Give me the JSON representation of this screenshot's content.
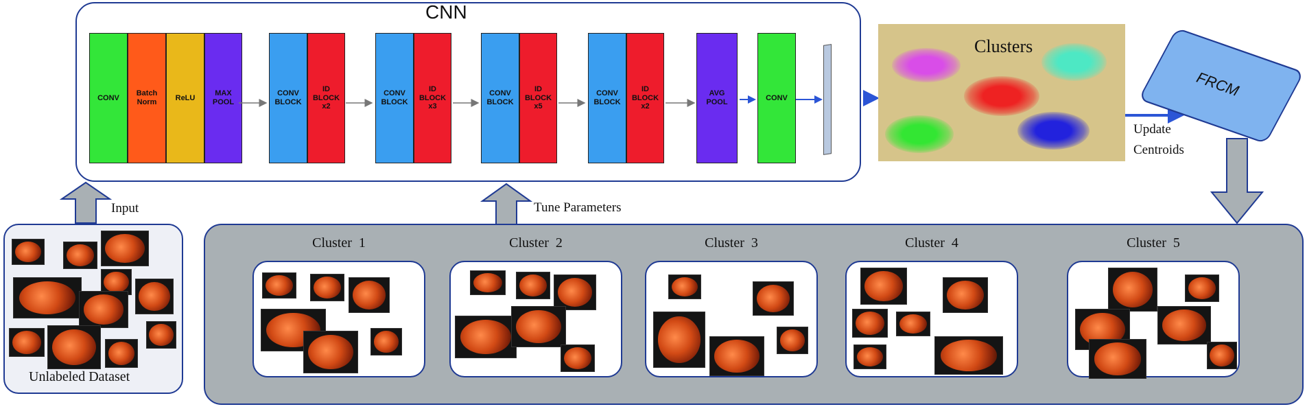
{
  "cnn": {
    "title": "CNN",
    "layers": [
      {
        "label": "CONV",
        "color": "#33e639"
      },
      {
        "label": "Batch\nNorm",
        "color": "#ff5a1a"
      },
      {
        "label": "ReLU",
        "color": "#e9b81a"
      },
      {
        "label": "MAX\nPOOL",
        "color": "#6a2cf0"
      },
      {
        "label": "CONV\nBLOCK",
        "color": "#3a9ef0"
      },
      {
        "label": "ID\nBLOCK\nx2",
        "color": "#ee1c2c"
      },
      {
        "label": "CONV\nBLOCK",
        "color": "#3a9ef0"
      },
      {
        "label": "ID\nBLOCK\nx3",
        "color": "#ee1c2c"
      },
      {
        "label": "CONV\nBLOCK",
        "color": "#3a9ef0"
      },
      {
        "label": "ID\nBLOCK\nx5",
        "color": "#ee1c2c"
      },
      {
        "label": "CONV\nBLOCK",
        "color": "#3a9ef0"
      },
      {
        "label": "ID\nBLOCK\nx2",
        "color": "#ee1c2c"
      },
      {
        "label": "AVG\nPOOL",
        "color": "#6a2cf0"
      },
      {
        "label": "CONV",
        "color": "#33e639"
      }
    ]
  },
  "clusters_panel": {
    "title": "Clusters",
    "blobs": [
      {
        "color": "#d94de8"
      },
      {
        "color": "#4de8c4"
      },
      {
        "color": "#ee2222"
      },
      {
        "color": "#33e633"
      },
      {
        "color": "#2222dd"
      }
    ]
  },
  "frcm": {
    "label": "FRCM"
  },
  "labels": {
    "update": "Update",
    "centroids": "Centroids",
    "input": "Input",
    "tune": "Tune Parameters",
    "dataset": "Unlabeled Dataset"
  },
  "clusters": [
    {
      "title": "Cluster  1"
    },
    {
      "title": "Cluster  2"
    },
    {
      "title": "Cluster  3"
    },
    {
      "title": "Cluster  4"
    },
    {
      "title": "Cluster  5"
    }
  ]
}
